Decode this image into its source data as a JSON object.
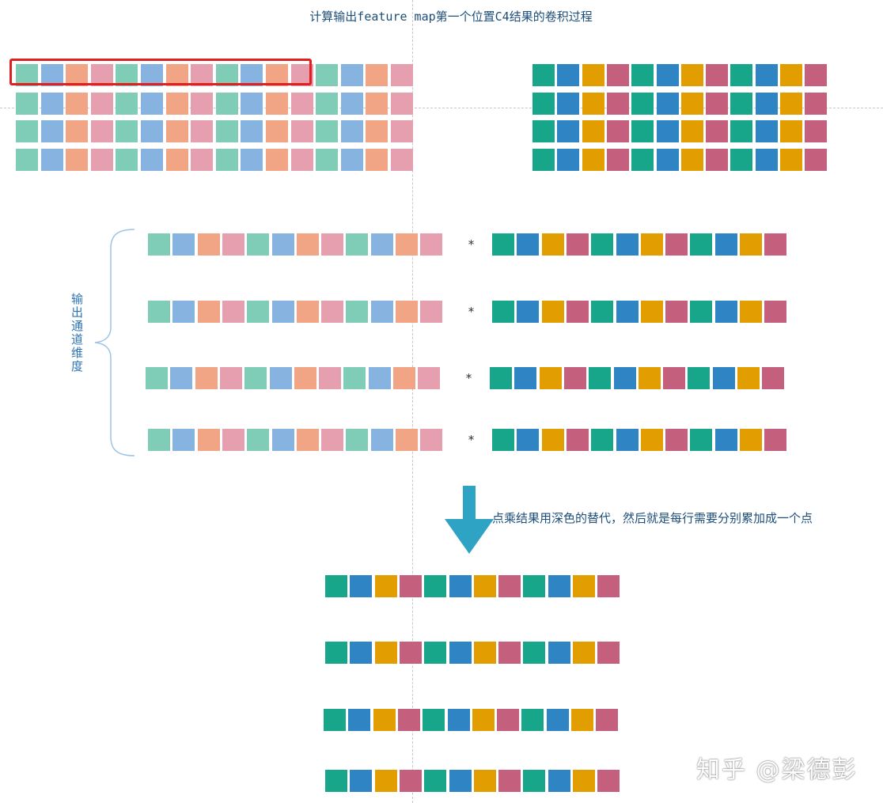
{
  "title": "计算输出feature map第一个位置C4结果的卷积过程",
  "vertical_label": "输出通道维度",
  "multiply_symbol": "*",
  "note": "点乘结果用深色的替代，然后就是每行需要分别累加成一个点",
  "watermark": "知乎 @梁德彭",
  "colors": {
    "light": [
      "#80cdb7",
      "#87b3e1",
      "#f1a584",
      "#e59faf"
    ],
    "dark": [
      "#17a689",
      "#2f84c4",
      "#e29e00",
      "#c4607e"
    ],
    "highlight": "#e02020",
    "arrow": "#2ea3c4"
  },
  "icons": {
    "arrow": "arrow-down-icon",
    "brace": "curly-brace-icon"
  }
}
